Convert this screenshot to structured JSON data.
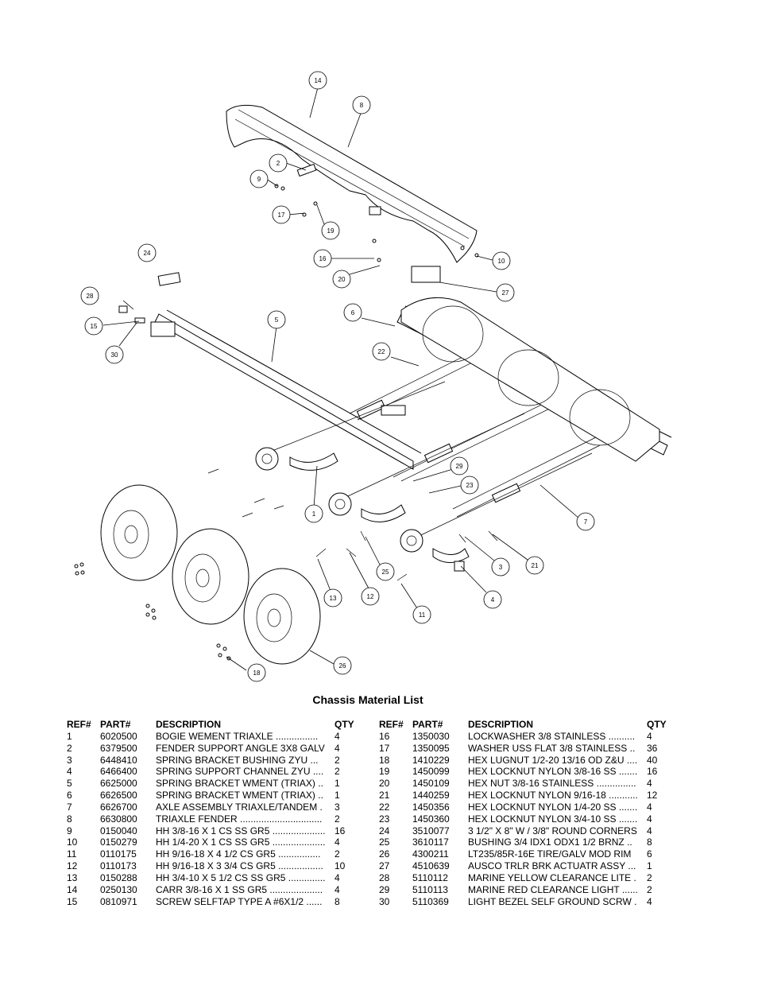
{
  "callouts": [
    "14",
    "8",
    "2",
    "9",
    "17",
    "19",
    "16",
    "20",
    "10",
    "27",
    "24",
    "28",
    "15",
    "30",
    "5",
    "6",
    "22",
    "29",
    "23",
    "1",
    "7",
    "3",
    "21",
    "4",
    "25",
    "11",
    "12",
    "13",
    "26",
    "18"
  ],
  "list_title": "Chassis Material List",
  "headers": {
    "ref": "REF#",
    "part": "PART#",
    "desc": "DESCRIPTION",
    "qty": "QTY"
  },
  "left_rows": [
    {
      "ref": "1",
      "part": "6020500",
      "desc": "BOGIE WEMENT   TRIAXLE ................",
      "qty": "4"
    },
    {
      "ref": "2",
      "part": "6379500",
      "desc": "FENDER SUPPORT ANGLE 3X8 GALV",
      "qty": "4"
    },
    {
      "ref": "3",
      "part": "6448410",
      "desc": "SPRING BRACKET BUSHING   ZYU ...",
      "qty": "2"
    },
    {
      "ref": "4",
      "part": "6466400",
      "desc": "SPRING SUPPORT CHANNEL ZYU ....",
      "qty": "2"
    },
    {
      "ref": "5",
      "part": "6625000",
      "desc": "SPRING BRACKET WMENT (TRIAX) ..",
      "qty": "1"
    },
    {
      "ref": "6",
      "part": "6626500",
      "desc": "SPRING BRACKET WMENT (TRIAX) ..",
      "qty": "1"
    },
    {
      "ref": "7",
      "part": "6626700",
      "desc": "AXLE ASSEMBLY TRIAXLE/TANDEM .",
      "qty": "3"
    },
    {
      "ref": "8",
      "part": "6630800",
      "desc": "TRIAXLE FENDER ...............................",
      "qty": "2"
    },
    {
      "ref": "9",
      "part": "0150040",
      "desc": "HH 3/8-16 X 1 CS SS GR5 ....................",
      "qty": "16"
    },
    {
      "ref": "10",
      "part": "0150279",
      "desc": "HH 1/4-20 X 1 CS SS GR5 ....................",
      "qty": "4"
    },
    {
      "ref": "11",
      "part": "0110175",
      "desc": "HH 9/16-18 X 4 1/2 CS GR5 ................",
      "qty": "2"
    },
    {
      "ref": "12",
      "part": "0110173",
      "desc": "HH 9/16-18 X 3 3/4 CS GR5 .................",
      "qty": "10"
    },
    {
      "ref": "13",
      "part": "0150288",
      "desc": "HH 3/4-10 X 5 1/2 CS SS GR5 ..............",
      "qty": "4"
    },
    {
      "ref": "14",
      "part": "0250130",
      "desc": "CARR 3/8-16 X 1 SS GR5 ....................",
      "qty": "4"
    },
    {
      "ref": "15",
      "part": "0810971",
      "desc": "SCREW SELFTAP TYPE A #6X1/2 ......",
      "qty": "8"
    }
  ],
  "right_rows": [
    {
      "ref": "16",
      "part": "1350030",
      "desc": "LOCKWASHER 3/8 STAINLESS ..........",
      "qty": "4"
    },
    {
      "ref": "17",
      "part": "1350095",
      "desc": "WASHER USS FLAT 3/8 STAINLESS ..",
      "qty": "36"
    },
    {
      "ref": "18",
      "part": "1410229",
      "desc": "HEX LUGNUT 1/2-20 13/16 OD Z&U ....",
      "qty": "40"
    },
    {
      "ref": "19",
      "part": "1450099",
      "desc": "HEX LOCKNUT NYLON 3/8-16 SS .......",
      "qty": "16"
    },
    {
      "ref": "20",
      "part": "1450109",
      "desc": "HEX NUT 3/8-16 STAINLESS ...............",
      "qty": "4"
    },
    {
      "ref": "21",
      "part": "1440259",
      "desc": "HEX LOCKNUT NYLON 9/16-18 ...........",
      "qty": "12"
    },
    {
      "ref": "22",
      "part": "1450356",
      "desc": "HEX LOCKNUT NYLON 1/4-20 SS .......",
      "qty": "4"
    },
    {
      "ref": "23",
      "part": "1450360",
      "desc": "HEX LOCKNUT NYLON 3/4-10 SS .......",
      "qty": "4"
    },
    {
      "ref": "24",
      "part": "3510077",
      "desc": "3 1/2\" X 8\" W / 3/8\" ROUND CORNERS",
      "qty": "4"
    },
    {
      "ref": "25",
      "part": "3610117",
      "desc": "BUSHING  3/4 IDX1 ODX1 1/2 BRNZ ..",
      "qty": "8"
    },
    {
      "ref": "26",
      "part": "4300211",
      "desc": "LT235/85R-16E TIRE/GALV MOD RIM",
      "qty": "6"
    },
    {
      "ref": "27",
      "part": "4510639",
      "desc": "AUSCO TRLR BRK ACTUATR ASSY ...",
      "qty": "1"
    },
    {
      "ref": "28",
      "part": "5110112",
      "desc": "MARINE YELLOW CLEARANCE LITE .",
      "qty": "2"
    },
    {
      "ref": "29",
      "part": "5110113",
      "desc": "MARINE RED CLEARANCE LIGHT ......",
      "qty": "2"
    },
    {
      "ref": "30",
      "part": "5110369",
      "desc": "LIGHT BEZEL SELF GROUND SCRW .",
      "qty": "4"
    }
  ]
}
